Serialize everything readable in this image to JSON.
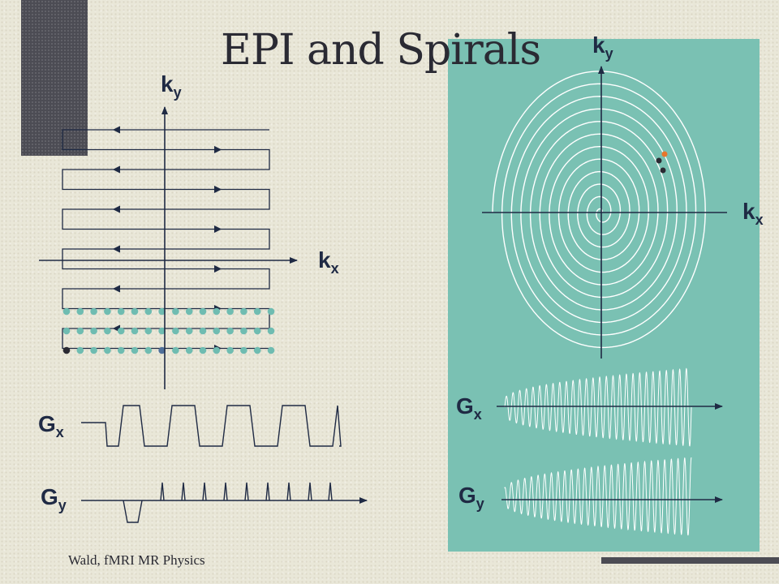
{
  "title": "EPI and Spirals",
  "footer": "Wald, fMRI MR Physics",
  "epi": {
    "ky_label": {
      "main": "k",
      "sub": "y"
    },
    "kx_label": {
      "main": "k",
      "sub": "x"
    },
    "gx_label": {
      "main": "G",
      "sub": "x"
    },
    "gy_label": {
      "main": "G",
      "sub": "y"
    }
  },
  "spiral": {
    "ky_label": {
      "main": "k",
      "sub": "y"
    },
    "kx_label": {
      "main": "k",
      "sub": "x"
    },
    "gx_label": {
      "main": "G",
      "sub": "x"
    },
    "gy_label": {
      "main": "G",
      "sub": "y"
    }
  },
  "colors": {
    "line": "#1f2a44",
    "panel": "#7ac1b3",
    "dot_teal": "#6fbcb1",
    "dot_orange": "#e8762c",
    "dark": "#4c4c54"
  }
}
